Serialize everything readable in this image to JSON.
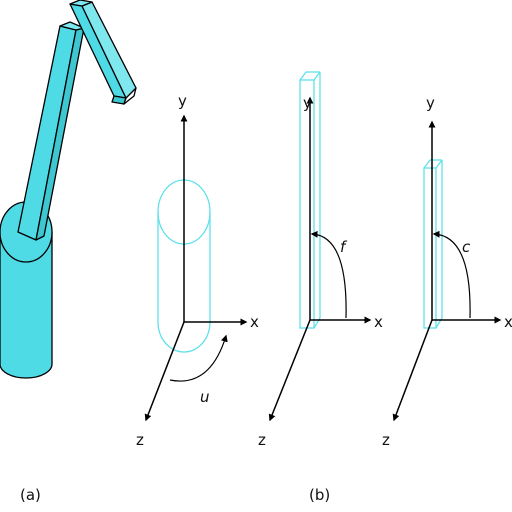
{
  "colors": {
    "fill": "#4fdbe6",
    "outline": "#5fe1ea",
    "ink": "#111111",
    "stroke": "#000000"
  },
  "panels": {
    "a": {
      "caption": "(a)"
    },
    "b": {
      "caption": "(b)"
    }
  },
  "axes": {
    "x": "x",
    "y": "y",
    "z": "z"
  },
  "angles": {
    "u": "u",
    "f": "f",
    "c": "c"
  }
}
